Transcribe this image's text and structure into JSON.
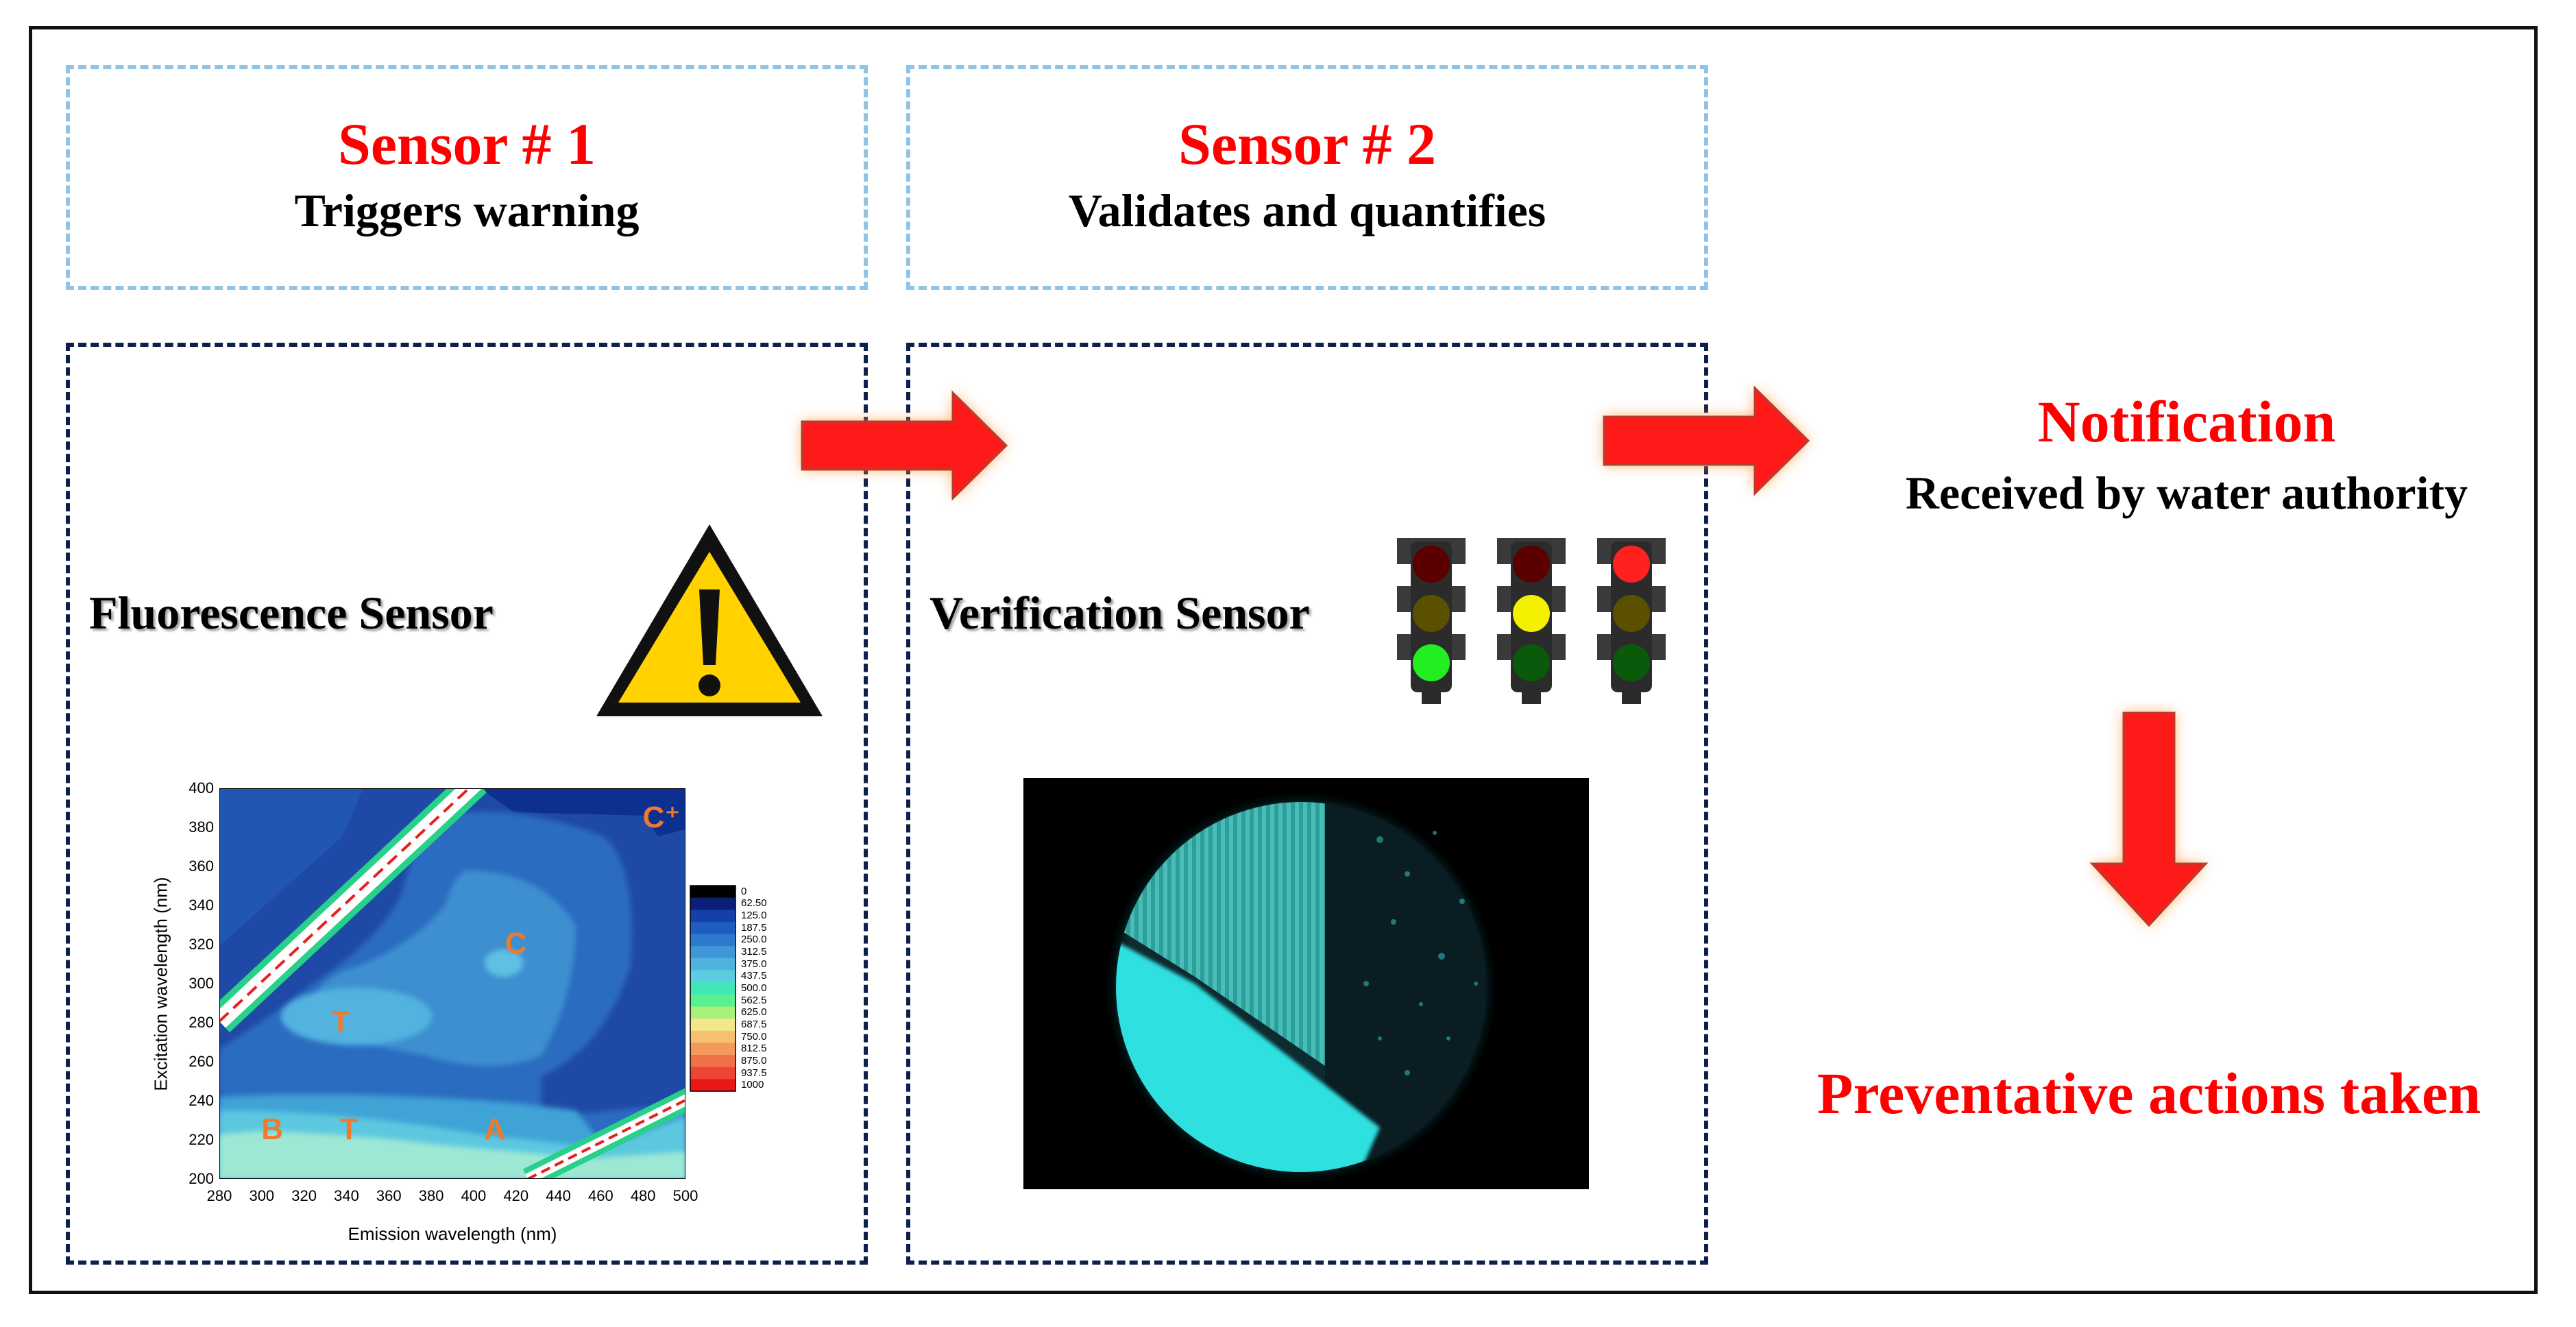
{
  "sensor1": {
    "title": "Sensor # 1",
    "subtitle": "Triggers warning",
    "label": "Fluorescence Sensor"
  },
  "sensor2": {
    "title": "Sensor # 2",
    "subtitle": "Validates and quantifies",
    "label": "Verification Sensor"
  },
  "notification": {
    "title": "Notification",
    "subtitle": "Received by water authority"
  },
  "action": {
    "text": "Preventative actions taken"
  },
  "icons": {
    "warning": "warning-triangle-icon",
    "lights": "traffic-light-icon",
    "arrow": "red-arrow-icon"
  },
  "colors": {
    "title_red": "#ff0000",
    "arrow_red": "#ff1a1a",
    "light_dash": "#8fc3e8",
    "dark_dash": "#0d1f4d",
    "warning_yellow": "#ffd200"
  },
  "chart_data": {
    "type": "heatmap",
    "xlabel": "Emission wavelength (nm)",
    "ylabel": "Excitation wavelength (nm)",
    "xlim": [
      280,
      500
    ],
    "ylim": [
      200,
      400
    ],
    "xticks": [
      "280",
      "300",
      "320",
      "340",
      "360",
      "380",
      "400",
      "420",
      "440",
      "460",
      "480",
      "500"
    ],
    "yticks": [
      "400",
      "380",
      "360",
      "340",
      "320",
      "300",
      "280",
      "260",
      "240",
      "220",
      "200"
    ],
    "colorbar": [
      "0",
      "62.50",
      "125.0",
      "187.5",
      "250.0",
      "312.5",
      "375.0",
      "437.5",
      "500.0",
      "562.5",
      "625.0",
      "687.5",
      "750.0",
      "812.5",
      "875.0",
      "937.5",
      "1000"
    ],
    "peaks": [
      {
        "label": "C⁺",
        "x": 485,
        "y": 385
      },
      {
        "label": "C",
        "x": 420,
        "y": 320
      },
      {
        "label": "T",
        "x": 338,
        "y": 280
      },
      {
        "label": "B",
        "x": 305,
        "y": 225
      },
      {
        "label": "T",
        "x": 342,
        "y": 225
      },
      {
        "label": "A",
        "x": 410,
        "y": 225
      }
    ]
  }
}
